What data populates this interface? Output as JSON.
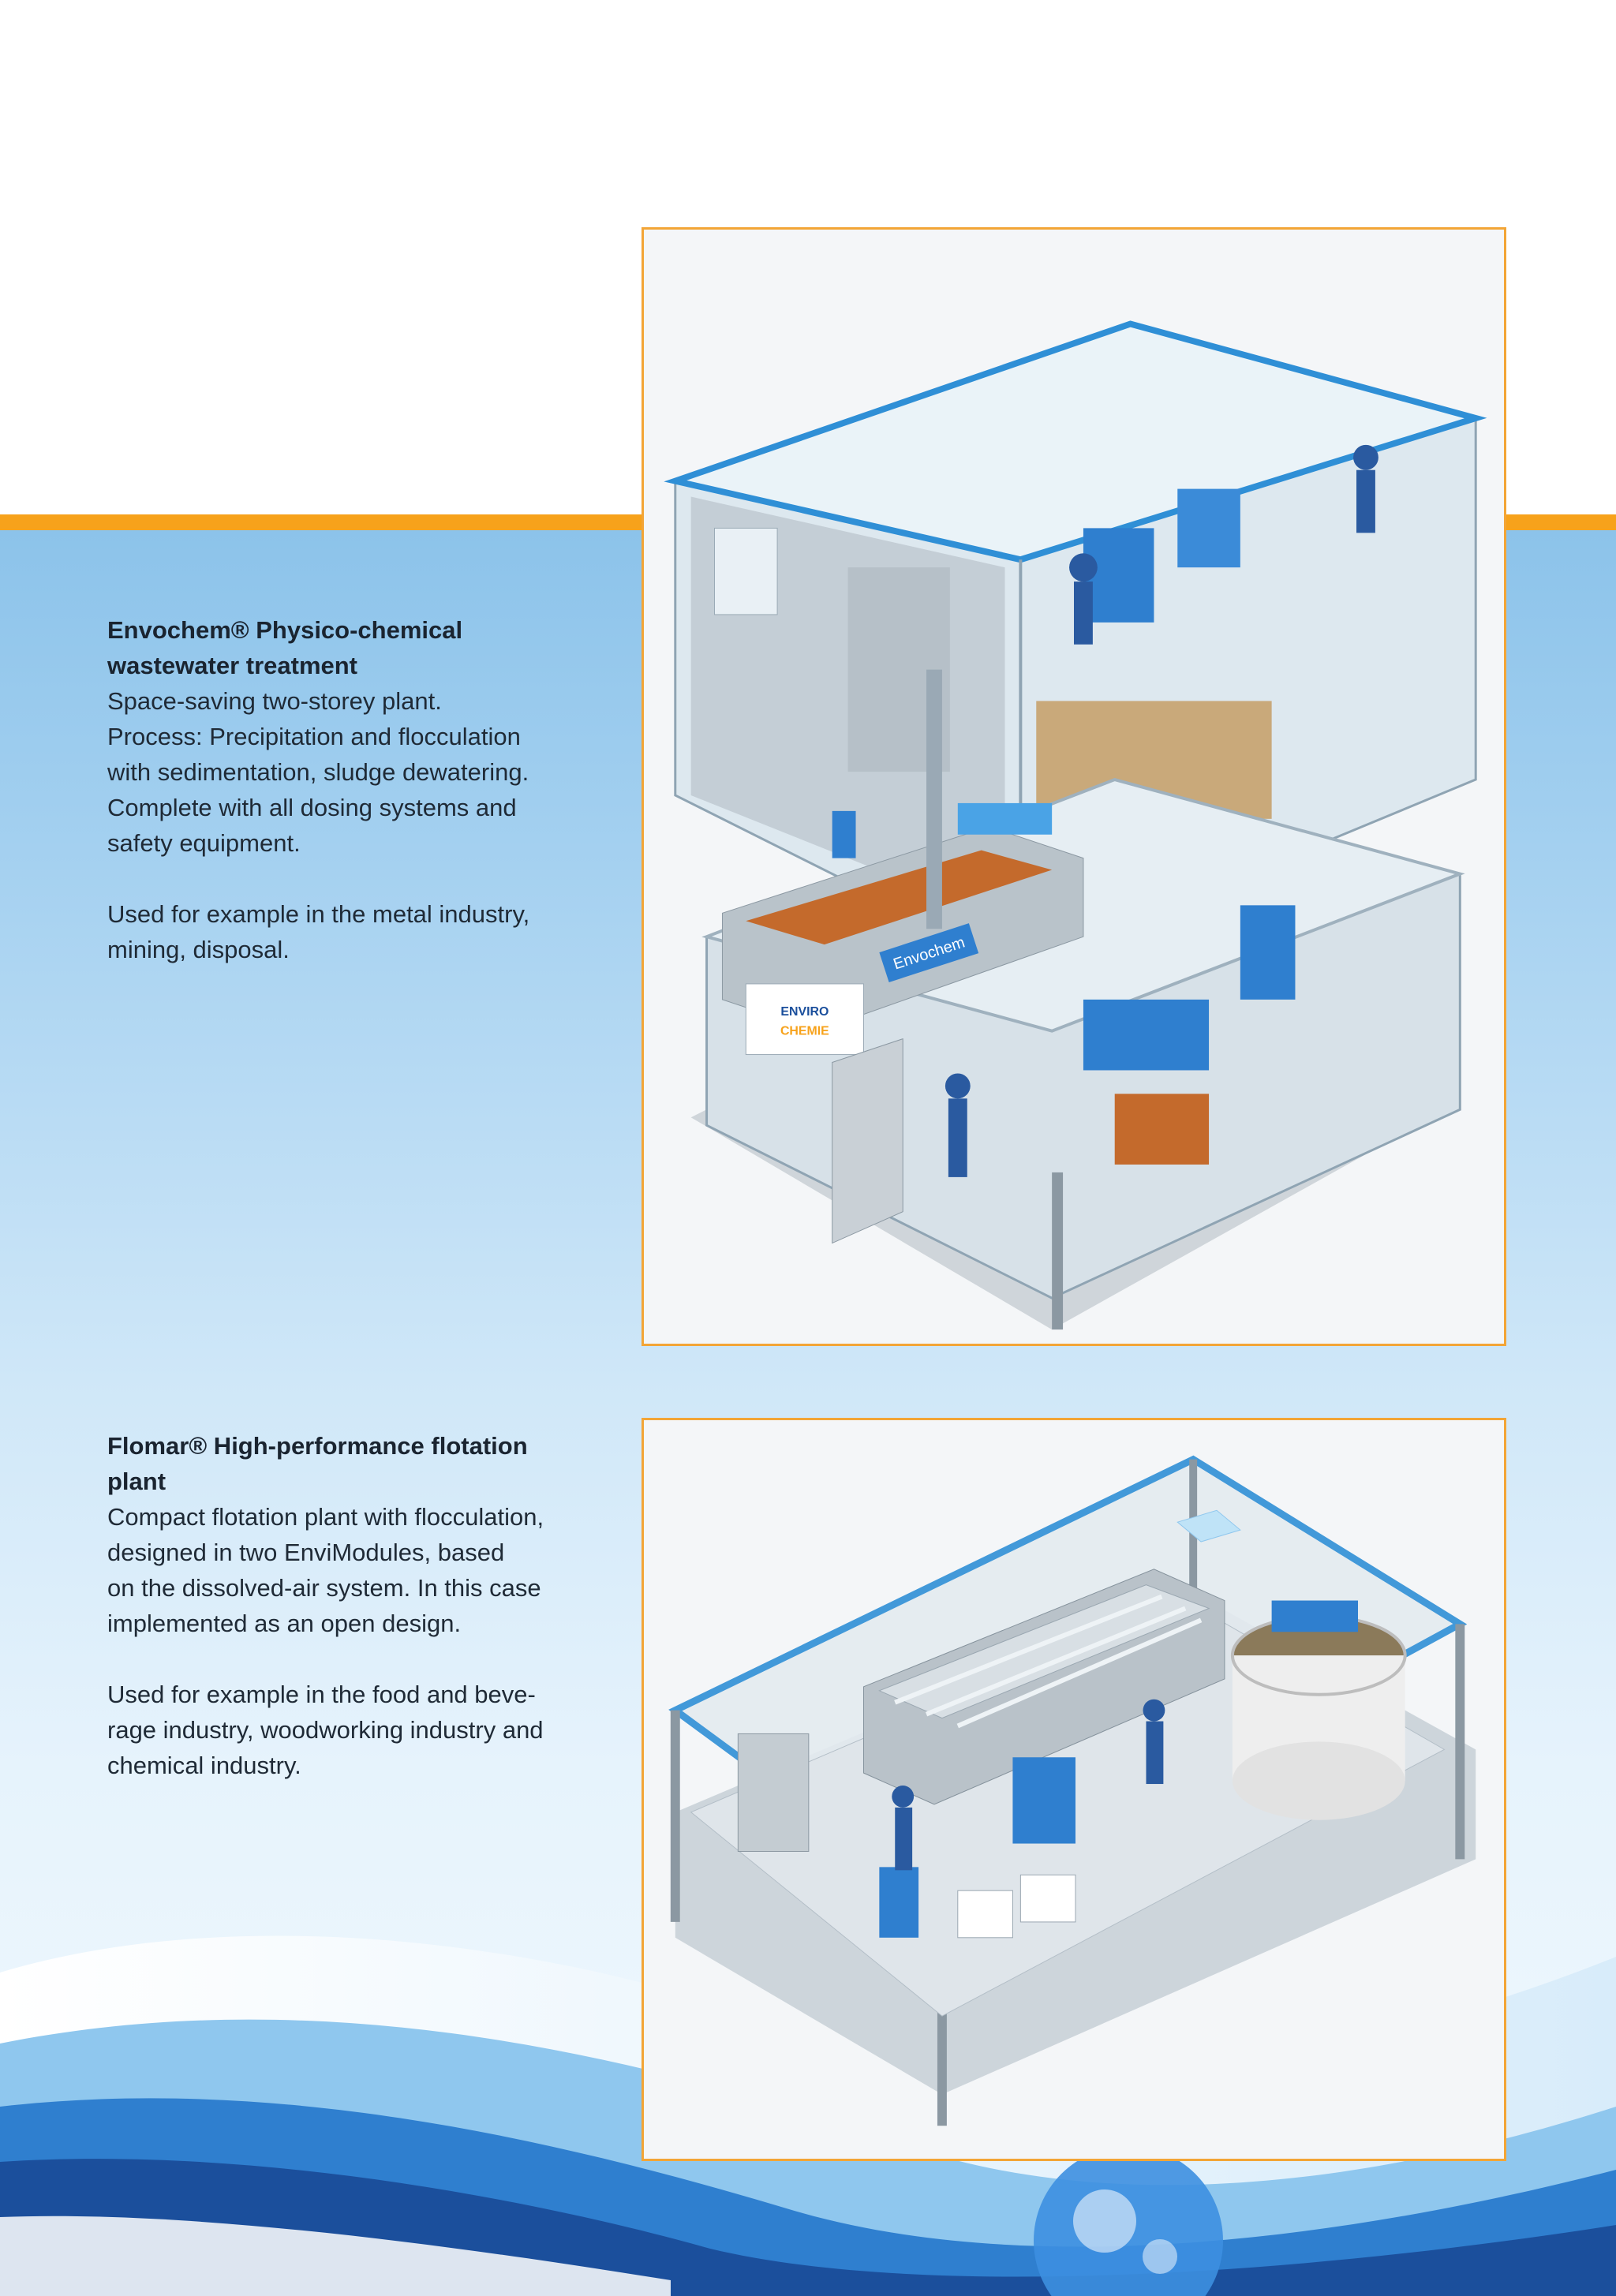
{
  "section1": {
    "title": "Envochem® Physico-chemical wastewater treatment",
    "lines": [
      "Space-saving two-storey plant.",
      "Process: Precipitation and flocculation",
      "with sedimentation, sludge dewatering.",
      "Complete with all dosing systems and",
      "safety equipment."
    ],
    "usage": [
      "Used for example in the metal industry,",
      "mining, disposal."
    ],
    "illustration": {
      "badge": "Envochem",
      "logo_top": "ENVIRO",
      "logo_bottom": "CHEMIE"
    }
  },
  "section2": {
    "title": "Flomar® High-performance flotation plant",
    "lines": [
      "Compact flotation plant with flocculation,",
      "designed in two EnviModules, based",
      "on the dissolved-air system. In this case",
      "implemented as an open design."
    ],
    "usage": [
      "Used for example in the food and beve-",
      "rage industry, woodworking industry and",
      "chemical industry."
    ]
  },
  "colors": {
    "accent_orange": "#f7a21b",
    "frame_orange": "#f3a536",
    "band_blue": "#a9d3f1",
    "wave_dark_blue": "#1b4f9c",
    "structure_blue": "#2f8fd6"
  }
}
